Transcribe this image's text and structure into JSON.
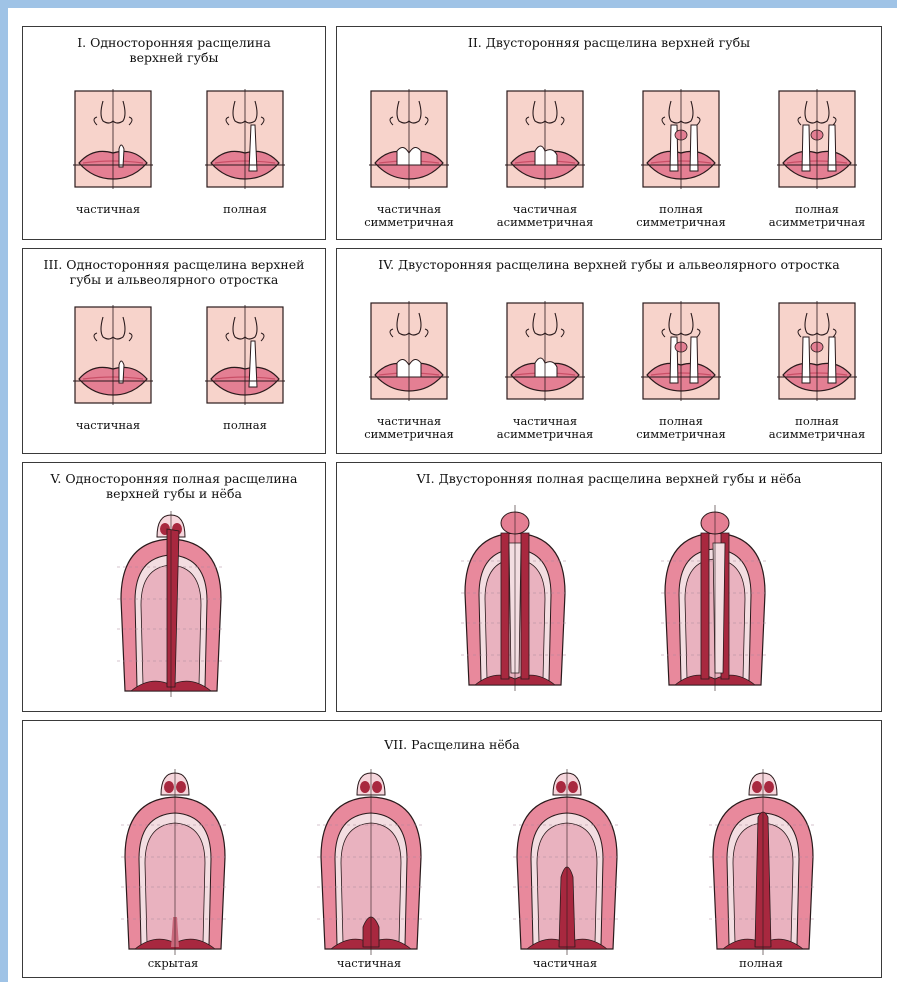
{
  "colors": {
    "skin": "#f7d3cb",
    "lip": "#e47f93",
    "lip_dark": "#c94f67",
    "palate": "#e8899c",
    "palate_dark": "#a8283f",
    "outline": "#2a1a1c",
    "frame": "#3a3a3a",
    "page_bg": "#9fc3e6"
  },
  "panels": [
    {
      "title_lines": [
        "I.  Односторонняя расщелина",
        "верхней губы"
      ],
      "figures": [
        {
          "type": "lip-unilateral-partial",
          "caption": [
            "частичная"
          ]
        },
        {
          "type": "lip-unilateral-complete",
          "caption": [
            "полная"
          ]
        }
      ]
    },
    {
      "title_lines": [
        "II.  Двусторонняя расщелина верхней губы"
      ],
      "figures": [
        {
          "type": "lip-bilateral-partial-symmetric",
          "caption": [
            "частичная",
            "симметричная"
          ]
        },
        {
          "type": "lip-bilateral-partial-asymmetric",
          "caption": [
            "частичная",
            "асимметричная"
          ]
        },
        {
          "type": "lip-bilateral-complete-symmetric",
          "caption": [
            "полная",
            "симметричная"
          ]
        },
        {
          "type": "lip-bilateral-complete-asymmetric",
          "caption": [
            "полная",
            "асимметричная"
          ]
        }
      ]
    },
    {
      "title_lines": [
        "III. Односторонняя расщелина верхней",
        "губы и альвеолярного отростка"
      ],
      "figures": [
        {
          "type": "lip-unilateral-partial",
          "caption": [
            "частичная"
          ]
        },
        {
          "type": "lip-unilateral-complete",
          "caption": [
            "полная"
          ]
        }
      ]
    },
    {
      "title_lines": [
        "IV.  Двусторонняя расщелина  верхней губы и альвеолярного отростка"
      ],
      "figures": [
        {
          "type": "lip-bilateral-partial-symmetric",
          "caption": [
            "частичная",
            "симметричная"
          ]
        },
        {
          "type": "lip-bilateral-partial-asymmetric",
          "caption": [
            "частичная",
            "асимметричная"
          ]
        },
        {
          "type": "lip-bilateral-complete-symmetric",
          "caption": [
            "полная",
            "симметричная"
          ]
        },
        {
          "type": "lip-bilateral-complete-asymmetric",
          "caption": [
            "полная",
            "асимметричная"
          ]
        }
      ]
    },
    {
      "title_lines": [
        "V.  Односторонняя полная расщелина",
        "верхней   губы и нёба"
      ],
      "figures": [
        {
          "type": "palate-unilateral-complete",
          "caption": []
        }
      ]
    },
    {
      "title_lines": [
        "VI.  Двусторонняя полная расщелина верхней губы и нёба"
      ],
      "figures": [
        {
          "type": "palate-bilateral-complete-symmetric",
          "caption": []
        },
        {
          "type": "palate-bilateral-complete-asymmetric",
          "caption": []
        }
      ]
    },
    {
      "title_lines": [
        "VII.  Расщелина нёба"
      ],
      "figures": [
        {
          "type": "palate-submucous",
          "caption": [
            "скрытая"
          ]
        },
        {
          "type": "palate-partial-soft",
          "caption": [
            "частичная"
          ]
        },
        {
          "type": "palate-partial-hard",
          "caption": [
            "частичная"
          ]
        },
        {
          "type": "palate-complete",
          "caption": [
            "полная"
          ]
        }
      ]
    }
  ]
}
